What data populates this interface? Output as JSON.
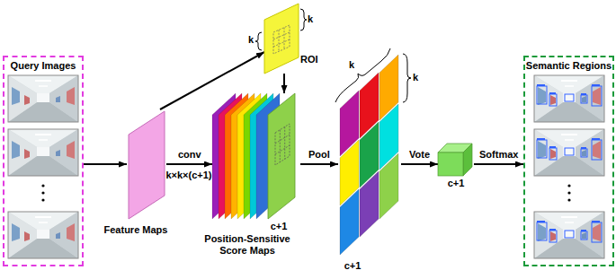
{
  "diagram": {
    "nodes": [
      {
        "text": [
          "Query Images"
        ]
      },
      {
        "text": [
          "Feature Maps"
        ]
      },
      {
        "text": [
          "ROI"
        ]
      },
      {
        "text": [
          "Position-Sensitive Score Maps",
          "c+1"
        ]
      },
      {
        "text": [
          "c+1"
        ]
      },
      {
        "text": [
          "c+1"
        ]
      },
      {
        "text": [
          "Semantic Regions"
        ]
      }
    ],
    "edges": [
      {
        "from": 0,
        "to": 1,
        "arrow": "to"
      },
      {
        "from": 1,
        "to": 3,
        "label": "conv",
        "arrow": "to"
      },
      {
        "from": 1,
        "to": 2,
        "arrow": "to"
      },
      {
        "from": 2,
        "to": 3,
        "arrow": "to"
      },
      {
        "from": 3,
        "to": 4,
        "label": "Pool",
        "arrow": "to"
      },
      {
        "from": 4,
        "to": 5,
        "label": "Vote",
        "arrow": "to"
      },
      {
        "from": 5,
        "to": 6,
        "label": "Softmax",
        "arrow": "to"
      }
    ],
    "labels": [
      "k×k×(c+1)",
      "k",
      "k",
      "k",
      "k"
    ]
  }
}
